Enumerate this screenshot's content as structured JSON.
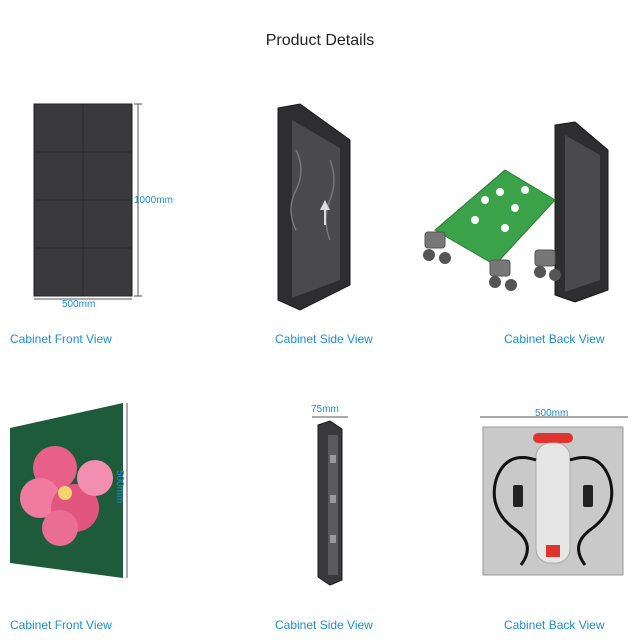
{
  "page": {
    "title": "Product Details"
  },
  "colors": {
    "caption": "#1a8ed6",
    "dimension": "#1a8ed6",
    "title": "#222222"
  },
  "row1": {
    "front": {
      "caption": "Cabinet Front View",
      "width_label": "500mm",
      "height_label": "1000mm"
    },
    "side": {
      "caption": "Cabinet Side View"
    },
    "back": {
      "caption": "Cabinet Back View"
    }
  },
  "row2": {
    "front": {
      "caption": "Cabinet Front View",
      "height_label": "500mm"
    },
    "side": {
      "caption": "Cabinet Side View",
      "depth_label": "75mm"
    },
    "back": {
      "caption": "Cabinet Back View",
      "width_label": "500mm"
    }
  }
}
